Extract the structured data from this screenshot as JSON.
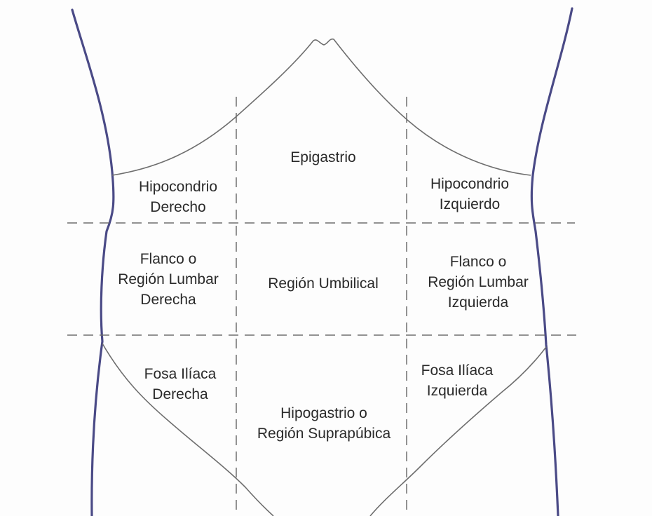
{
  "regions": {
    "epigastrio": [
      "Epigastrio"
    ],
    "hipocondrio_derecho": [
      "Hipocondrio",
      "Derecho"
    ],
    "hipocondrio_izquierdo": [
      "Hipocondrio",
      "Izquierdo"
    ],
    "flanco_derecho": [
      "Flanco o",
      "Región Lumbar",
      "Derecha"
    ],
    "region_umbilical": [
      "Región Umbilical"
    ],
    "flanco_izquierdo": [
      "Flanco o",
      "Región Lumbar",
      "Izquierda"
    ],
    "fosa_iliaca_derecha": [
      "Fosa Ilíaca",
      "Derecha"
    ],
    "hipogastrio": [
      "Hipogastrio o",
      "Región Suprapúbica"
    ],
    "fosa_iliaca_izquierda": [
      "Fosa Ilíaca",
      "Izquierda"
    ]
  },
  "colors": {
    "outline": "#4a4a86",
    "pencil": "#6e6e6e",
    "text": "#2a2a2a"
  }
}
